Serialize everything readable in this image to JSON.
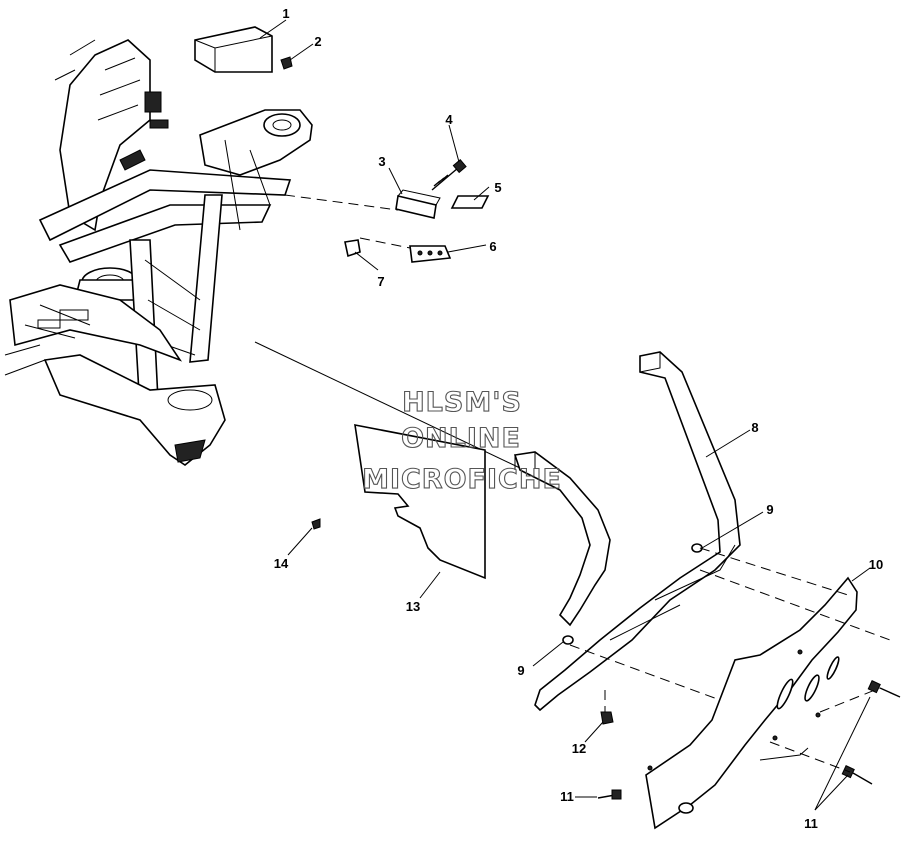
{
  "watermark": {
    "line1": "HLSM'S",
    "line2": "ONLINE",
    "line3": "MICROFICHE"
  },
  "callouts": {
    "c1": "1",
    "c2": "2",
    "c3": "3",
    "c4": "4",
    "c5": "5",
    "c6": "6",
    "c7": "7",
    "c8": "8",
    "c9a": "9",
    "c9b": "9",
    "c10": "10",
    "c11a": "11",
    "c11b": "11",
    "c12": "12",
    "c13": "13",
    "c14": "14"
  }
}
